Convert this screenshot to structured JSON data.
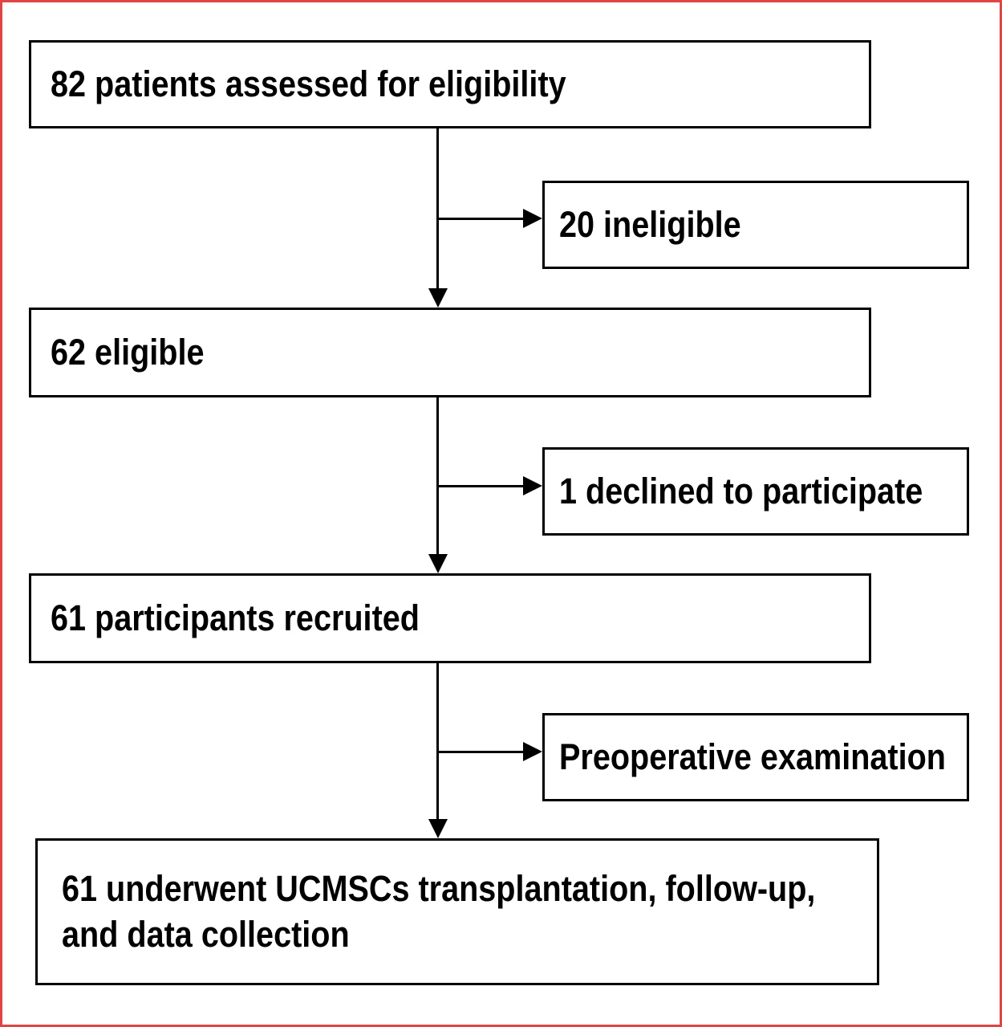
{
  "figure": {
    "type": "flow-diagram",
    "frame_color": "#df4545",
    "line_color": "#000000",
    "boxes": {
      "assessed": {
        "label": "82 patients assessed for eligibility"
      },
      "ineligible": {
        "label": "20 ineligible"
      },
      "eligible": {
        "label": "62 eligible"
      },
      "declined": {
        "label": "1 declined to participate"
      },
      "recruited": {
        "label": "61 participants recruited"
      },
      "preop": {
        "label": "Preoperative examination"
      },
      "final": {
        "line1": "61 underwent UCMSCs transplantation, follow-up,",
        "line2": "and data collection"
      }
    }
  }
}
